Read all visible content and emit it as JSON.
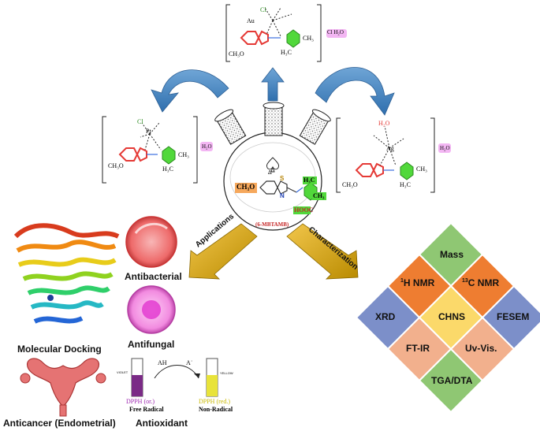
{
  "center": {
    "compound_code": "(6-MBTAMB)",
    "ch3o": "CH₃O",
    "h3c": "H₃C",
    "ch3": "CH₃",
    "hooc": "HOOC",
    "s_atom": "S",
    "n_atom": "N",
    "lambda": "Δ"
  },
  "complexes": {
    "top": {
      "label": "Cl H₂O",
      "metal": "Au",
      "ligand_ch3o": "CH₃O",
      "h3c": "H₃C",
      "ch3": "CH₃",
      "cl": "Cl"
    },
    "left": {
      "label": "H₂O",
      "metal": "Pt",
      "ligand_ch3o": "CH₃O",
      "h3c": "H₃C",
      "ch3": "CH₃",
      "cl": "Cl"
    },
    "right": {
      "label": "H₂O",
      "metal": "Ag",
      "ligand_ch3o": "CH₃O",
      "h3c": "H₃C",
      "ch3": "CH₃",
      "h2o": "H₂O"
    }
  },
  "arrows": {
    "applications": "Applications",
    "characterization": "Characterization"
  },
  "applications": {
    "molecular_docking": "Molecular Docking",
    "antibacterial": "Antibacterial",
    "antifungal": "Antifungal",
    "anticancer": "Anticancer (Endometrial)",
    "antioxidant": "Antioxidant",
    "dpph_free": "DPPH (or.)",
    "free_radical": "Free Radical",
    "dpph_non": "DPPH (red.)",
    "non_radical": "Non-Radical",
    "ah": "AH",
    "a_dot": "A˙",
    "violet": "VIOLET",
    "yellow": "YELLOW"
  },
  "characterization": {
    "mass": "Mass",
    "hnmr_sup": "1",
    "hnmr": "H NMR",
    "cnmr_sup": "13",
    "cnmr": "C NMR",
    "xrd": "XRD",
    "chns": "CHNS",
    "fesem": "FESEM",
    "ftir": "FT-IR",
    "uvvis": "Uv-Vis.",
    "tga": "TGA/DTA"
  },
  "colors": {
    "green": "#8fc773",
    "orange": "#ee7d31",
    "blue": "#7c8fc9",
    "yellow": "#fbd96a",
    "peach": "#f2b08d",
    "arrow_blue": "#4f8dc7",
    "arrow_gold": "#d9a800"
  }
}
